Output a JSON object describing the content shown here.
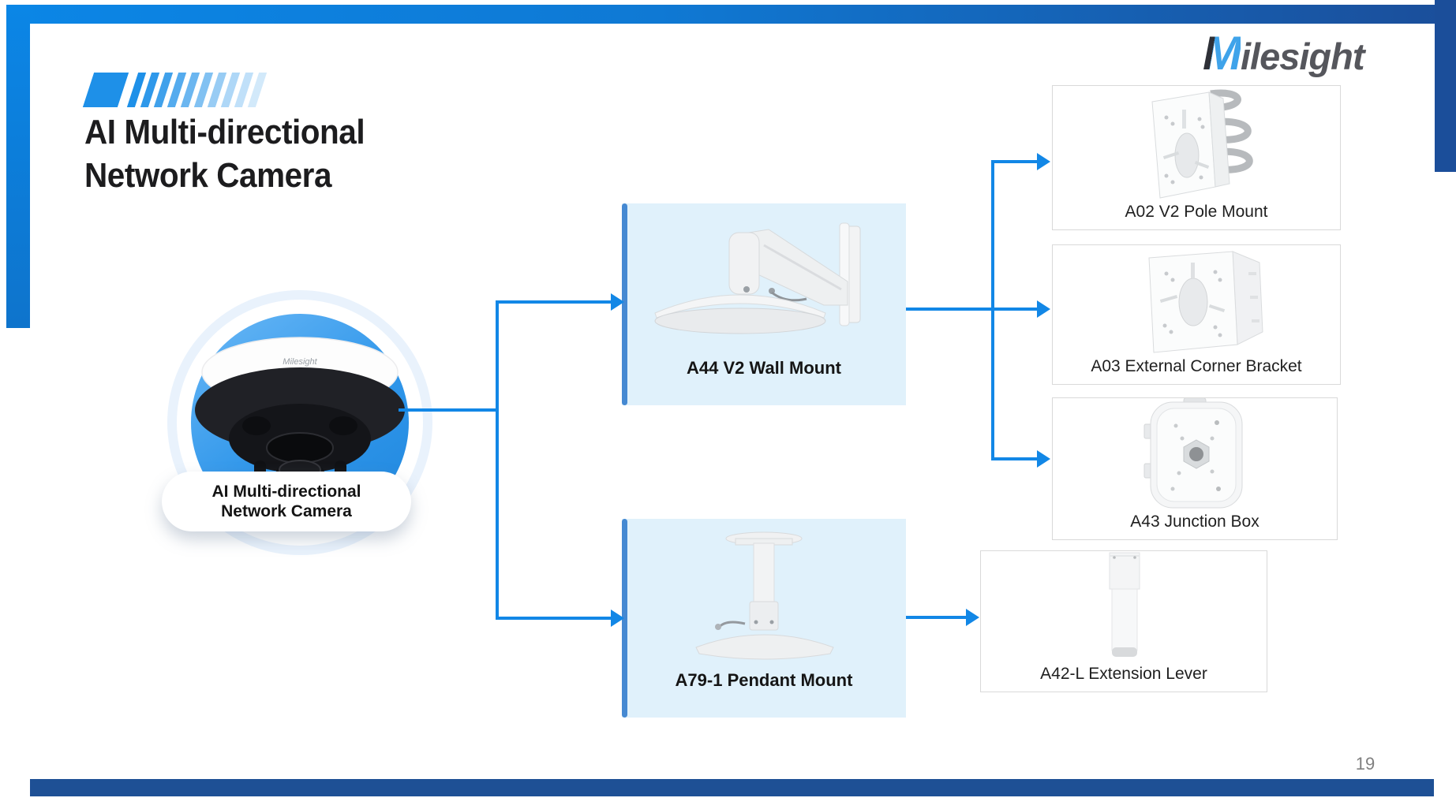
{
  "header": {
    "title": "AI Multi-directional\nNetwork Camera"
  },
  "logo": {
    "m": "M",
    "rest": "ilesight"
  },
  "camera": {
    "label": "AI Multi-directional\nNetwork Camera",
    "brand": "Milesight"
  },
  "mounts": [
    {
      "label": "A44 V2 Wall Mount"
    },
    {
      "label": "A79-1 Pendant Mount"
    }
  ],
  "accessories": [
    {
      "label": "A02 V2 Pole Mount"
    },
    {
      "label": "A03 External Corner Bracket"
    },
    {
      "label": "A43 Junction Box"
    },
    {
      "label": "A42-L Extension Lever"
    }
  ],
  "page": {
    "number": "19"
  },
  "colors": {
    "frame_blue": "#0b86e6",
    "frame_navy": "#1b4e9a",
    "footer_navy": "#1e5095",
    "connector_blue": "#1287e6",
    "mount_box_fill": "#e0f1fb",
    "mount_accent_bar": "#4589d2",
    "accessory_border": "#d9d9d9",
    "title_text": "#1c1c1e",
    "logo_gray": "#55565c",
    "logo_blue": "#3fa3ea",
    "page_number_gray": "#808080"
  }
}
